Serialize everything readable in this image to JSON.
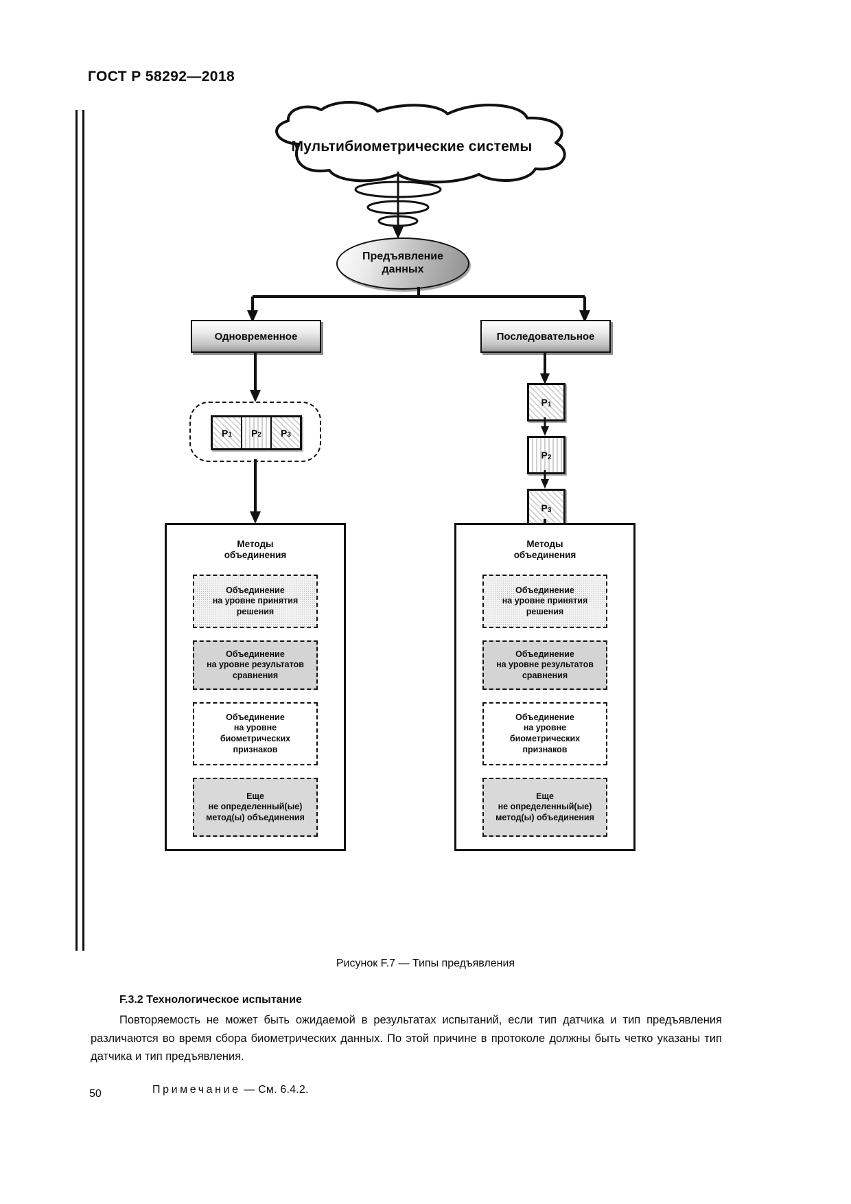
{
  "header": {
    "standard": "ГОСТ Р 58292—2018"
  },
  "figure": {
    "cloud_label": "Мультибиометрические системы",
    "root_node": "Предъявление\nданных",
    "root_node_line1": "Предъявление",
    "root_node_line2": "данных",
    "branches": [
      {
        "label": "Одновременное",
        "type": "parallel"
      },
      {
        "label": "Последовательное",
        "type": "serial"
      }
    ],
    "parallel_processes": [
      {
        "label": "P",
        "sub": "1",
        "fill": "diagonal-hatch"
      },
      {
        "label": "P",
        "sub": "2",
        "fill": "vertical-hatch"
      },
      {
        "label": "P",
        "sub": "3",
        "fill": "diagonal-hatch"
      }
    ],
    "serial_processes": [
      {
        "label": "P",
        "sub": "1",
        "fill": "diagonal-hatch"
      },
      {
        "label": "P",
        "sub": "2",
        "fill": "vertical-hatch"
      },
      {
        "label": "P",
        "sub": "3",
        "fill": "diagonal-hatch"
      }
    ],
    "methods_title_line1": "Методы",
    "methods_title_line2": "объединения",
    "methods": [
      {
        "line1": "Объединение",
        "line2": "на уровне  принятия",
        "line3": "решения",
        "fill": "dotted"
      },
      {
        "line1": "Объединение",
        "line2": "на уровне результатов",
        "line3": "сравнения",
        "fill": "gray"
      },
      {
        "line1": "Объединение",
        "line2": "на уровне",
        "line3": "биометрических",
        "line4": "признаков",
        "fill": "white"
      },
      {
        "line1": "Еще",
        "line2": "не определенный(ые)",
        "line3": "метод(ы) объединения",
        "fill": "gray"
      }
    ],
    "caption": "Рисунок F.7 — Типы предъявления"
  },
  "content": {
    "subhead": "F.3.2 Технологическое испытание",
    "paragraph": "Повторяемость не может быть ожидаемой в результатах испытаний, если тип датчика и тип предъявления различаются во время сбора биометрических данных. По этой причине в протоколе должны быть четко указаны тип датчика и тип предъявления.",
    "note_label": "Примечание",
    "note_dash": "—",
    "note_text": "См. 6.4.2."
  },
  "page_number": "50",
  "colors": {
    "ink": "#0d0d0d",
    "paper": "#ffffff",
    "gray_fill": "#d4d4d4",
    "dotted_fill": "#f2f2f2"
  }
}
